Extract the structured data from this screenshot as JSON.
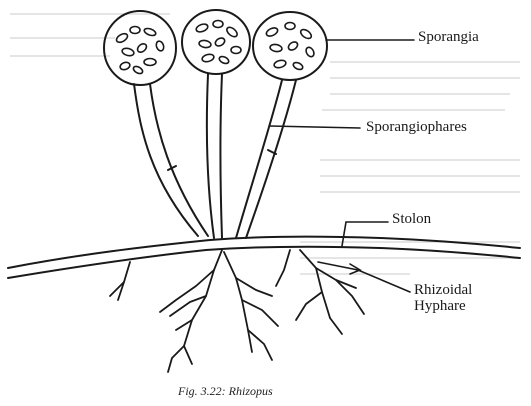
{
  "labels": {
    "sporangia": "Sporangia",
    "sporangiophores": "Sporangiophares",
    "stolon": "Stolon",
    "rhizoidal_line1": "Rhizoidal",
    "rhizoidal_line2": "Hyphare"
  },
  "caption": "Fig. 3.22: Rhizopus",
  "colors": {
    "ink": "#1a1a1a",
    "background": "#ffffff",
    "faint_text": "#c8c8c8"
  }
}
